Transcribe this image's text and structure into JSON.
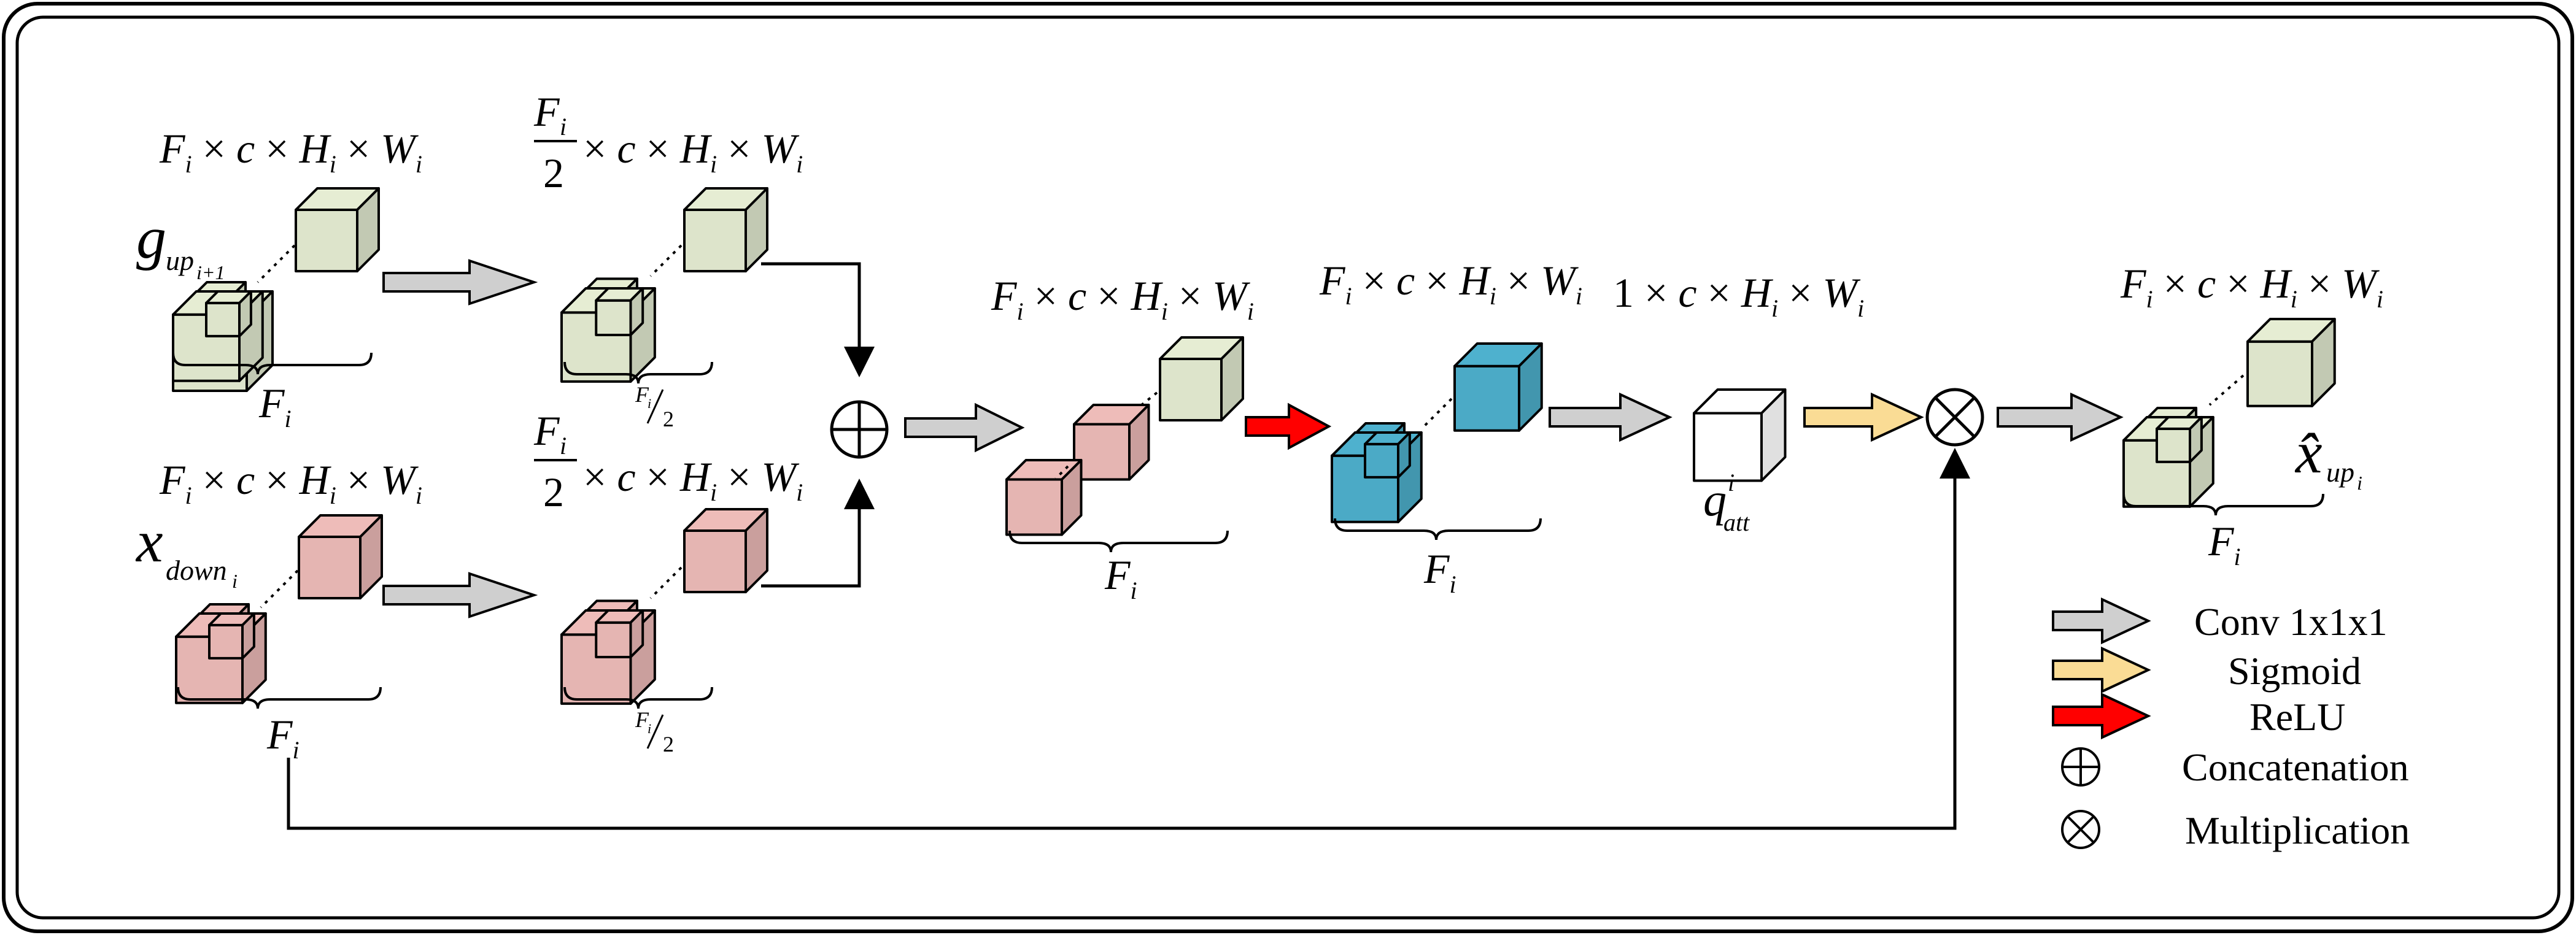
{
  "colors": {
    "gate_cube": "#dde4cb",
    "skip_cube": "#e5b5b2",
    "relu_cube": "#4baac6",
    "attention_cube": "#ffffff",
    "conv_arrow": "#cfcfcf",
    "sigmoid_arrow": "#fadc95",
    "relu_arrow": "#ff0000",
    "frame": "#000000"
  },
  "inputs": {
    "gate": {
      "dim_label": "Fi×c×Hi×Wi",
      "symbol": "g",
      "symbol_sub": "up",
      "symbol_subsub": "i+1",
      "channels": "F",
      "channels_sub": "i"
    },
    "skip": {
      "dim_label": "Fi×c×Hi×Wi",
      "symbol": "x",
      "symbol_sub": "down",
      "symbol_subsub": "i",
      "channels": "F",
      "channels_sub": "i"
    }
  },
  "half_blocks": {
    "top_dim": "Fi/2×c×Hi×Wi",
    "bottom_dim": "Fi/2×c×Hi×Wi",
    "numerator": "F",
    "numerator_sub": "i",
    "denominator": "2",
    "brace_num": "F",
    "brace_num_sub": "i",
    "brace_den": "2"
  },
  "concat_block": {
    "dim_label": "Fi×c×Hi×Wi",
    "channels": "F",
    "channels_sub": "i"
  },
  "relu_block": {
    "dim_label": "Fi×c×Hi×Wi",
    "channels": "F",
    "channels_sub": "i"
  },
  "attention": {
    "dim_label": "1×c×Hi×Wi",
    "symbol": "q",
    "symbol_sup": "i",
    "symbol_sub": "att"
  },
  "output_block": {
    "dim_label": "Fi×c×Hi×Wi",
    "symbol": "x̂",
    "symbol_sub": "up",
    "symbol_subsub": "i",
    "channels": "F",
    "channels_sub": "i"
  },
  "operators": {
    "concat_symbol": "⊕",
    "multiply_symbol": "⊗"
  },
  "legend": [
    {
      "kind": "conv-arrow",
      "label": "Conv 1x1x1"
    },
    {
      "kind": "sigmoid-arrow",
      "label": "Sigmoid"
    },
    {
      "kind": "relu-arrow",
      "label": "ReLU"
    },
    {
      "kind": "concat",
      "label": "Concatenation"
    },
    {
      "kind": "multiply",
      "label": "Multiplication"
    }
  ]
}
